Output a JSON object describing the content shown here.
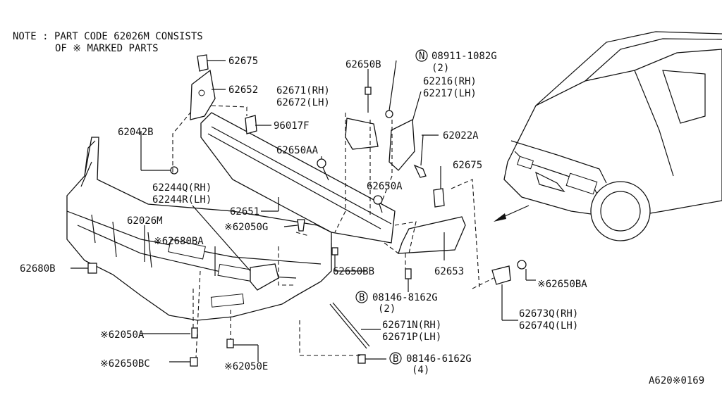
{
  "note": {
    "line1": "NOTE : PART CODE 62026M CONSISTS",
    "line2": "OF ※ MARKED PARTS"
  },
  "diagram_code": "A620※0169",
  "labels": [
    {
      "id": "62675_top",
      "text": "62675"
    },
    {
      "id": "62652",
      "text": "62652"
    },
    {
      "id": "96017F",
      "text": "96017F"
    },
    {
      "id": "62042B",
      "text": "62042B"
    },
    {
      "id": "62650B",
      "text": "62650B"
    },
    {
      "id": "62671_rh",
      "text": "62671(RH)"
    },
    {
      "id": "62672_lh",
      "text": "62672(LH)"
    },
    {
      "id": "08911",
      "text": "08911-1082G"
    },
    {
      "id": "08911_qty",
      "text": "(2)"
    },
    {
      "id": "62216",
      "text": "62216(RH)"
    },
    {
      "id": "62217",
      "text": "62217(LH)"
    },
    {
      "id": "62022A",
      "text": "62022A"
    },
    {
      "id": "62650AA",
      "text": "62650AA"
    },
    {
      "id": "62675_right",
      "text": "62675"
    },
    {
      "id": "62244Q",
      "text": "62244Q(RH)"
    },
    {
      "id": "62244R",
      "text": "62244R(LH)"
    },
    {
      "id": "62650A",
      "text": "62650A"
    },
    {
      "id": "62651",
      "text": "62651"
    },
    {
      "id": "62026M",
      "text": "62026M"
    },
    {
      "id": "62050G",
      "text": "※62050G"
    },
    {
      "id": "62680BA",
      "text": "※62680BA"
    },
    {
      "id": "62680B",
      "text": "62680B"
    },
    {
      "id": "62650BB",
      "text": "62650BB"
    },
    {
      "id": "62653",
      "text": "62653"
    },
    {
      "id": "62650BA",
      "text": "※62650BA"
    },
    {
      "id": "08146_8162",
      "text": "08146-8162G"
    },
    {
      "id": "08146_8162_qty",
      "text": "(2)"
    },
    {
      "id": "62673Q",
      "text": "62673Q(RH)"
    },
    {
      "id": "62674Q",
      "text": "62674Q(LH)"
    },
    {
      "id": "62671N",
      "text": "62671N(RH)"
    },
    {
      "id": "62671P",
      "text": "62671P(LH)"
    },
    {
      "id": "62050A",
      "text": "※62050A"
    },
    {
      "id": "08146_6162",
      "text": "08146-6162G"
    },
    {
      "id": "08146_6162_qty",
      "text": "(4)"
    },
    {
      "id": "62650BC",
      "text": "※62650BC"
    },
    {
      "id": "62050E",
      "text": "※62050E"
    }
  ],
  "badges": {
    "n": "N",
    "b1": "B",
    "b2": "B"
  }
}
